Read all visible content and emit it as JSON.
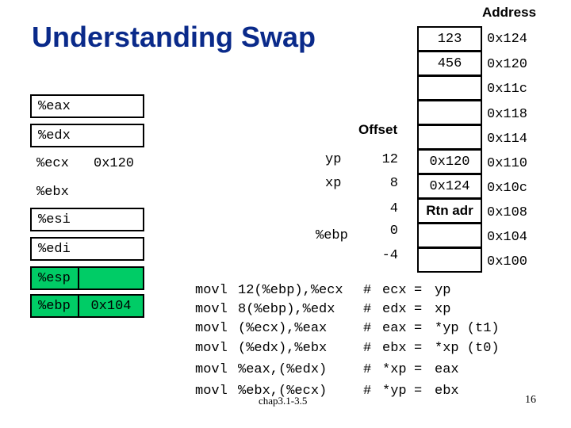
{
  "title": "Understanding Swap",
  "address_header": "Address",
  "offset_header": "Offset",
  "registers": [
    {
      "name": "%eax",
      "value": ""
    },
    {
      "name": "%edx",
      "value": ""
    },
    {
      "name": "%ecx",
      "value": "0x120"
    },
    {
      "name": "%ebx",
      "value": ""
    },
    {
      "name": "%esi",
      "value": ""
    },
    {
      "name": "%edi",
      "value": ""
    },
    {
      "name": "%esp",
      "value": ""
    },
    {
      "name": "%ebp",
      "value": "0x104"
    }
  ],
  "memory": [
    {
      "value": "123",
      "address": "0x124"
    },
    {
      "value": "456",
      "address": "0x120"
    },
    {
      "value": "",
      "address": "0x11c"
    },
    {
      "value": "",
      "address": "0x118"
    },
    {
      "value": "",
      "address": "0x114"
    },
    {
      "value": "0x120",
      "address": "0x110"
    },
    {
      "value": "0x124",
      "address": "0x10c"
    },
    {
      "value": "Rtn adr",
      "address": "0x108"
    },
    {
      "value": "",
      "address": "0x104"
    },
    {
      "value": "",
      "address": "0x100"
    }
  ],
  "offsets": [
    {
      "label": "yp",
      "offset": "12"
    },
    {
      "label": "xp",
      "offset": "8"
    },
    {
      "label": "",
      "offset": "4"
    },
    {
      "label": "%ebp",
      "offset": "0"
    },
    {
      "label": "",
      "offset": "-4"
    }
  ],
  "code": [
    {
      "op": "movl",
      "args": "12(%ebp),%ecx",
      "hash": "#",
      "dst": "ecx",
      "eq": "=",
      "src": "yp"
    },
    {
      "op": "movl",
      "args": "8(%ebp),%edx",
      "hash": "#",
      "dst": "edx",
      "eq": "=",
      "src": "xp"
    },
    {
      "op": "movl",
      "args": "(%ecx),%eax",
      "hash": "#",
      "dst": "eax",
      "eq": "=",
      "src": "*yp (t1)"
    },
    {
      "op": "movl",
      "args": "(%edx),%ebx",
      "hash": "#",
      "dst": "ebx",
      "eq": "=",
      "src": "*xp (t0)"
    },
    {
      "op": "movl",
      "args": "%eax,(%edx)",
      "hash": "#",
      "dst": "*xp",
      "eq": "=",
      "src": "eax"
    },
    {
      "op": "movl",
      "args": "%ebx,(%ecx)",
      "hash": "#",
      "dst": "*yp",
      "eq": "=",
      "src": "ebx"
    }
  ],
  "footer": {
    "chapter": "chap3.1-3.5",
    "page": "16"
  },
  "colors": {
    "title": "#0a2a8a",
    "highlight": "#00cc66"
  }
}
